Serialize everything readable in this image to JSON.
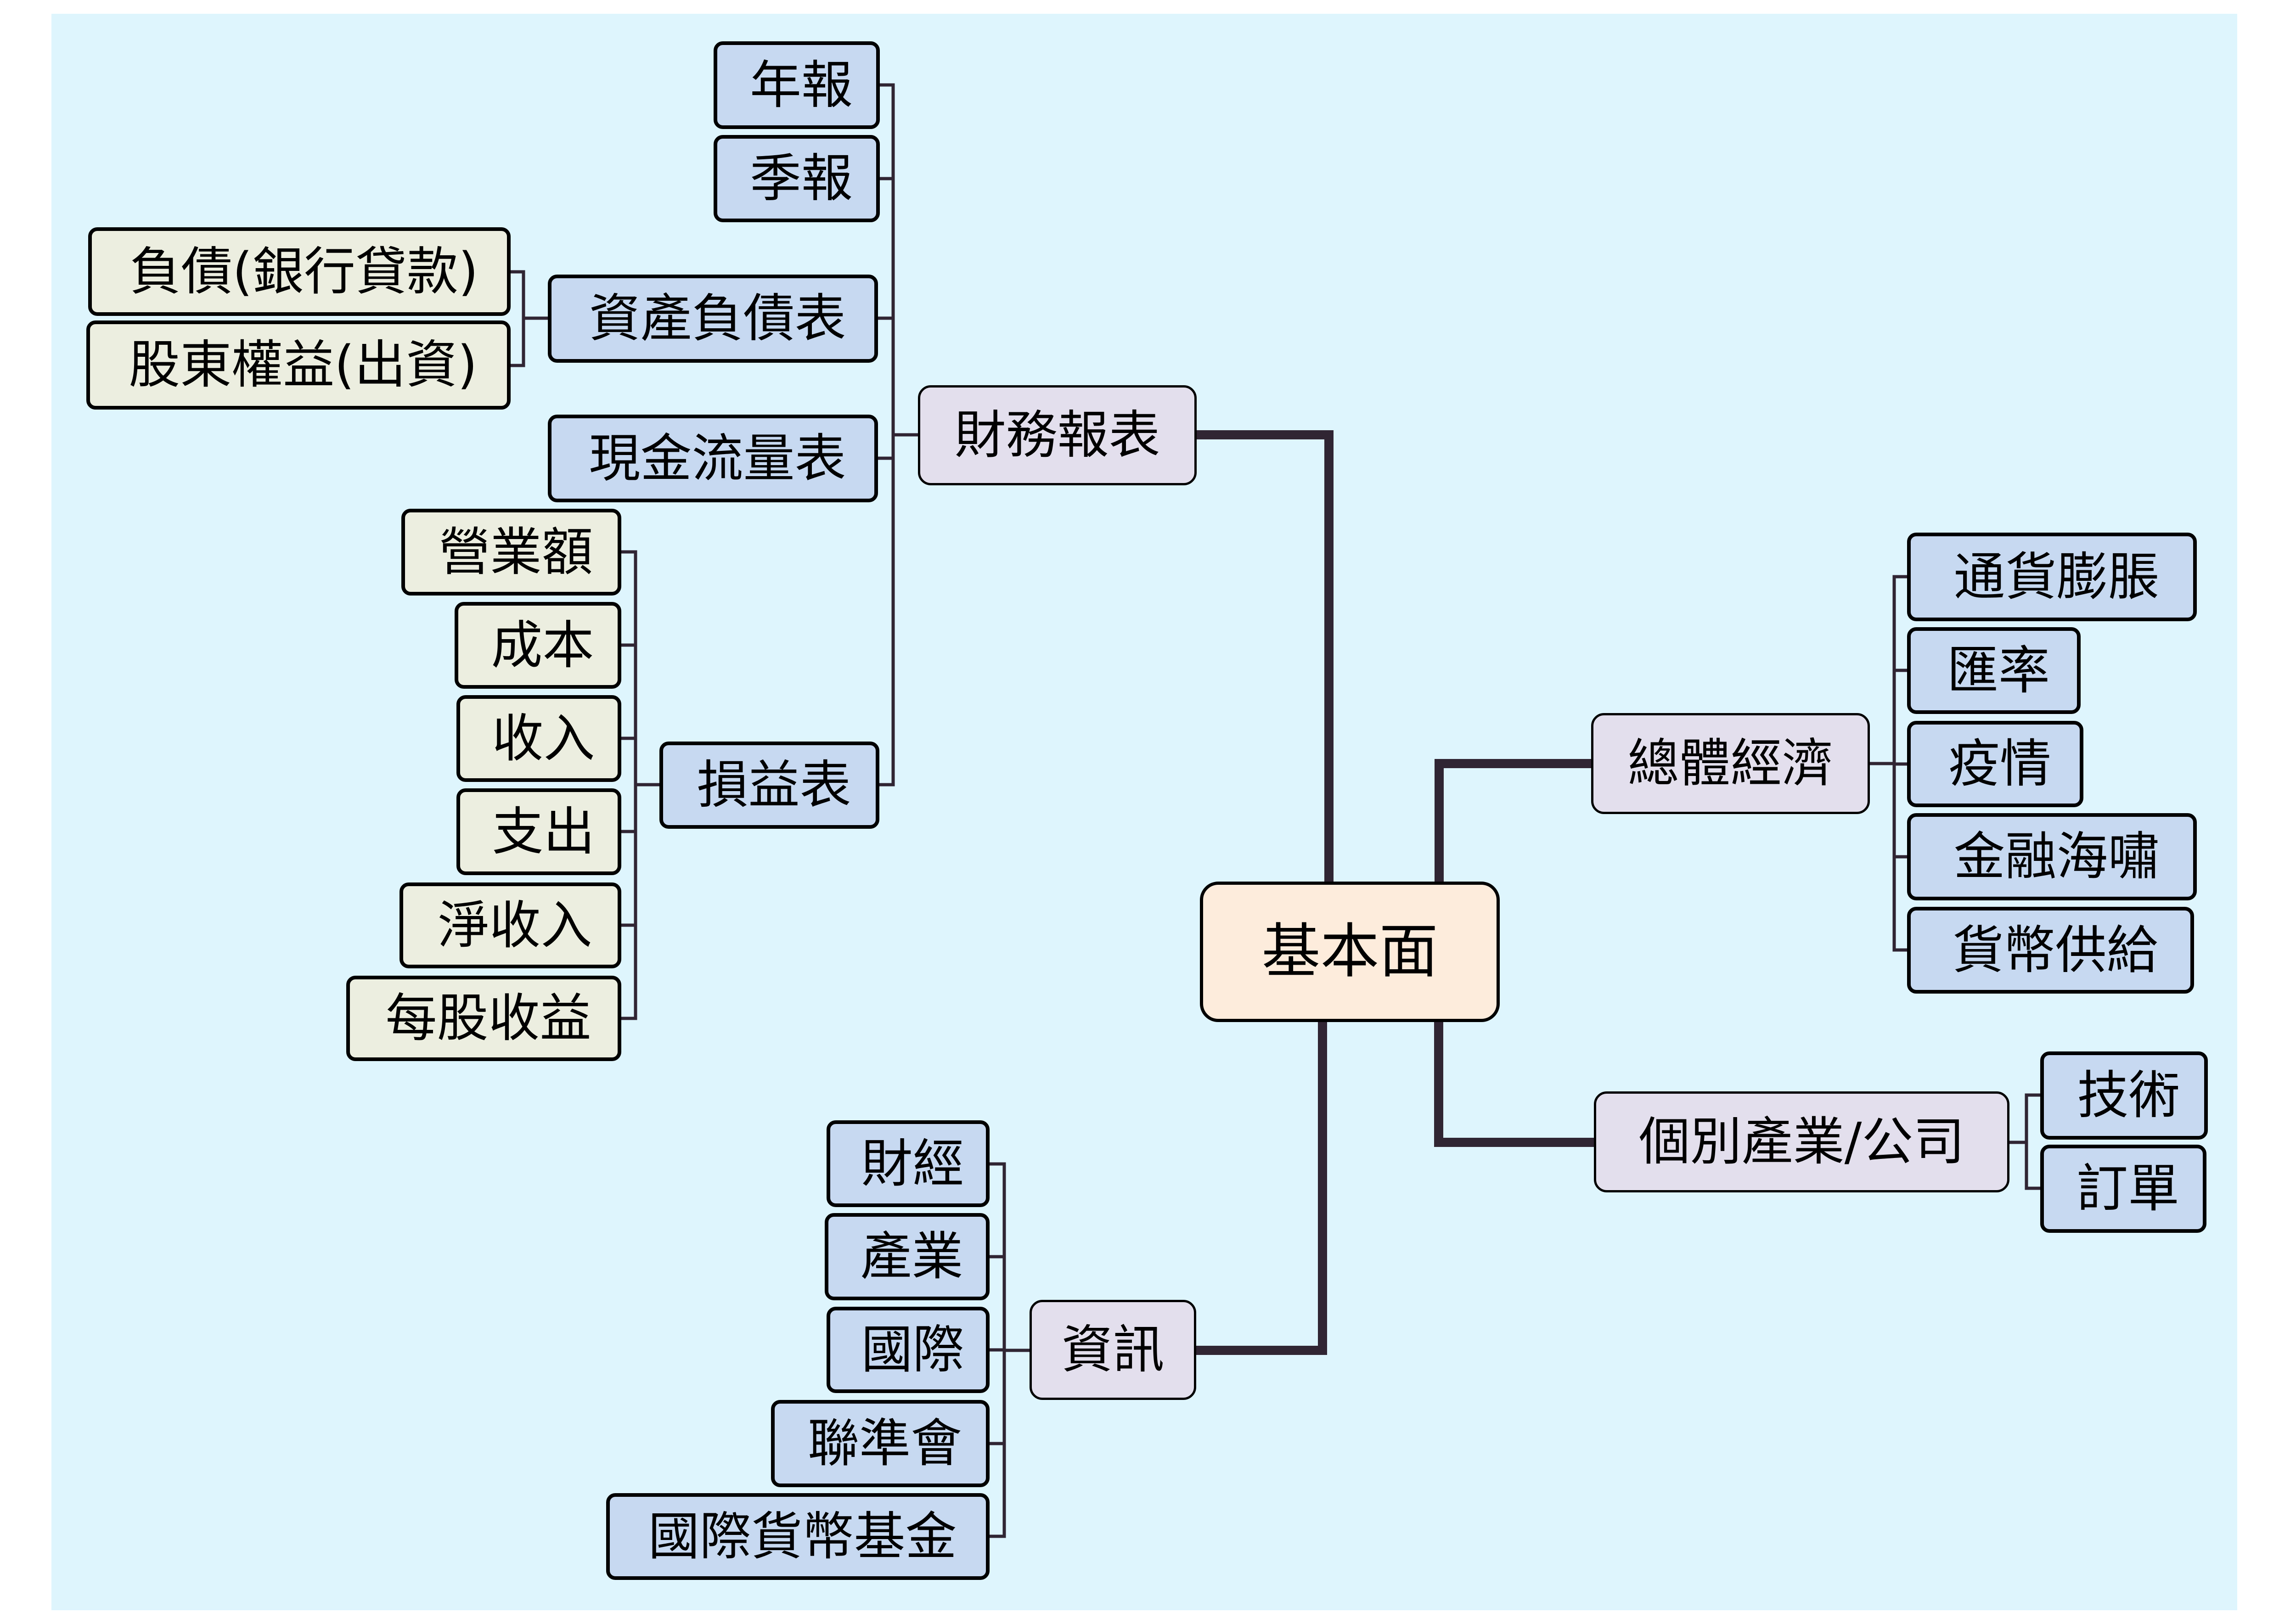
{
  "root": {
    "label": "基本面"
  },
  "branches": {
    "financial_statements": {
      "label": "財務報表",
      "children": [
        {
          "label": "年報"
        },
        {
          "label": "季報"
        },
        {
          "label": "資產負債表",
          "children": [
            {
              "label": "負債(銀行貸款)"
            },
            {
              "label": "股東權益(出資)"
            }
          ]
        },
        {
          "label": "現金流量表"
        },
        {
          "label": "損益表",
          "children": [
            {
              "label": "營業額"
            },
            {
              "label": "成本"
            },
            {
              "label": "收入"
            },
            {
              "label": "支出"
            },
            {
              "label": "淨收入"
            },
            {
              "label": "每股收益"
            }
          ]
        }
      ]
    },
    "information": {
      "label": "資訊",
      "children": [
        {
          "label": "財經"
        },
        {
          "label": "產業"
        },
        {
          "label": "國際"
        },
        {
          "label": "聯準會"
        },
        {
          "label": "國際貨幣基金"
        }
      ]
    },
    "macroeconomics": {
      "label": "總體經濟",
      "children": [
        {
          "label": "通貨膨脹"
        },
        {
          "label": "匯率"
        },
        {
          "label": "疫情"
        },
        {
          "label": "金融海嘯"
        },
        {
          "label": "貨幣供給"
        }
      ]
    },
    "industry_company": {
      "label": "個別產業/公司",
      "children": [
        {
          "label": "技術"
        },
        {
          "label": "訂單"
        }
      ]
    }
  },
  "colors": {
    "background": "#dff5fe",
    "root_fill": "#fdebdb",
    "branch_fill": "#e4dfec",
    "topic_fill": "#c6d9f0",
    "leaf_fill": "#eceee0",
    "connector": "#2f2533"
  }
}
